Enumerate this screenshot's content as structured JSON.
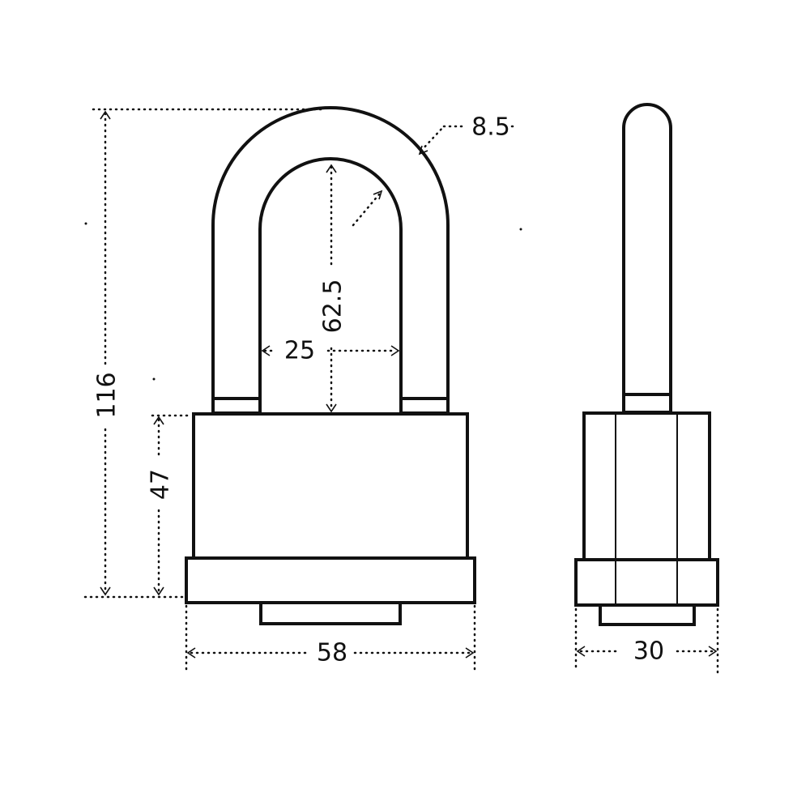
{
  "dimensions": {
    "overall_height": "116",
    "body_height": "47",
    "body_width": "58",
    "shackle_inner_height": "62.5",
    "shackle_inner_width": "25",
    "shackle_diameter": "8.5",
    "body_depth": "30"
  },
  "colors": {
    "line": "#111111",
    "background": "#ffffff"
  }
}
